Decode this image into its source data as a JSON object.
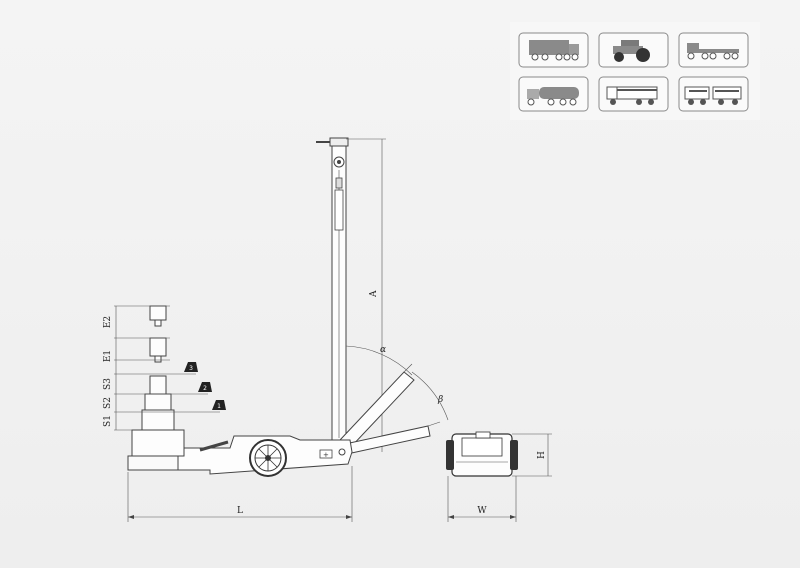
{
  "vehicle_tiles": [
    {
      "icon": "box-truck-icon"
    },
    {
      "icon": "tractor-icon"
    },
    {
      "icon": "flatbed-trailer-truck-icon"
    },
    {
      "icon": "tanker-truck-icon"
    },
    {
      "icon": "dump-truck-icon"
    },
    {
      "icon": "truck-trailer-icon"
    }
  ],
  "dimensions": {
    "A": "A",
    "L": "L",
    "W": "W",
    "H": "H",
    "E2": "E2",
    "E1": "E1",
    "S3": "S3",
    "S2": "S2",
    "S1": "S1",
    "alpha": "α",
    "beta": "β"
  },
  "stage_markers": [
    "3",
    "2",
    "1"
  ]
}
